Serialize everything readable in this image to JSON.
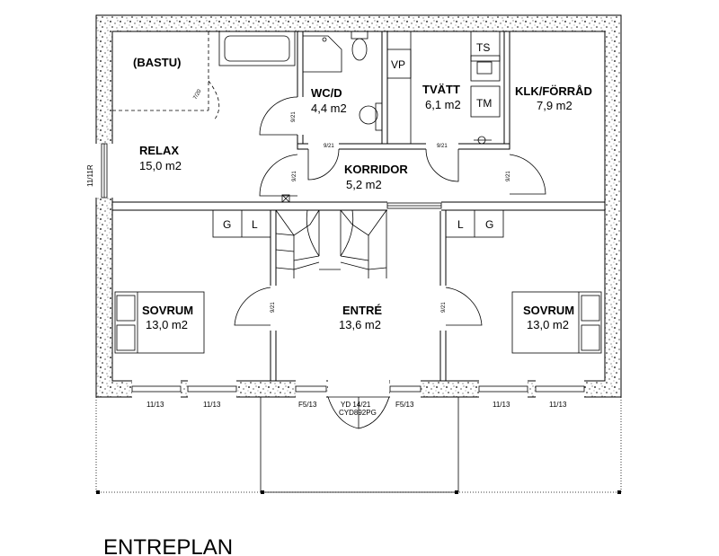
{
  "rooms": {
    "bastu": {
      "name": "(BASTU)"
    },
    "wc": {
      "name": "WC/D",
      "area": "4,4 m2"
    },
    "tvatt": {
      "name": "TVÄTT",
      "area": "6,1 m2"
    },
    "klk": {
      "name": "KLK/FÖRRÅD",
      "area": "7,9 m2"
    },
    "relax": {
      "name": "RELAX",
      "area": "15,0 m2"
    },
    "korridor": {
      "name": "KORRIDOR",
      "area": "5,2 m2"
    },
    "sovrum_left": {
      "name": "SOVRUM",
      "area": "13,0 m2"
    },
    "entre": {
      "name": "ENTRÉ",
      "area": "13,6 m2"
    },
    "sovrum_right": {
      "name": "SOVRUM",
      "area": "13,0 m2"
    }
  },
  "fixtures": {
    "ts": "TS",
    "tm": "TM",
    "vp": "VP",
    "g_left": "G",
    "l_left": "L",
    "l_right": "L",
    "g_right": "G"
  },
  "doors": {
    "sauna": "7/20",
    "wc_side": "9/21",
    "wc_bottom": "9/21",
    "tvatt_bottom": "9/21",
    "relax_corr": "9/21",
    "klk": "9/21",
    "sov_left": "9/21",
    "sov_right": "9/21"
  },
  "windows": {
    "relax_side": "11/11R",
    "w1": "11/13",
    "w2": "11/13",
    "w3": "11/13",
    "w4": "11/13",
    "f_left": "F5/13",
    "f_right": "F5/13",
    "yd": "YD 14/21",
    "cyd": "CYD892PG"
  },
  "title": "ENTREPLAN"
}
